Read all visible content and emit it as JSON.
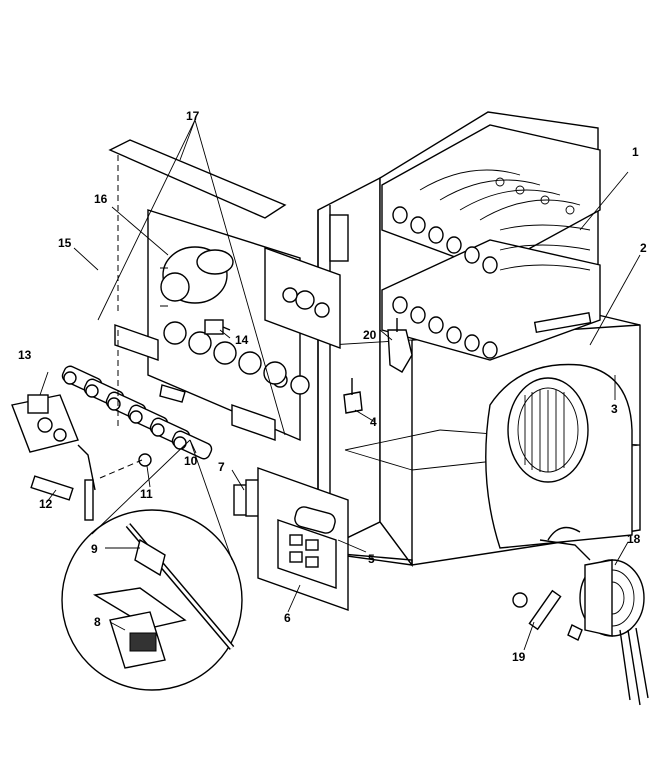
{
  "parts": [
    {
      "id": "p1",
      "label": "1"
    },
    {
      "id": "p2",
      "label": "2"
    },
    {
      "id": "p3",
      "label": "3"
    },
    {
      "id": "p4",
      "label": "4"
    },
    {
      "id": "p5",
      "label": "5"
    },
    {
      "id": "p6",
      "label": "6"
    },
    {
      "id": "p7",
      "label": "7"
    },
    {
      "id": "p8",
      "label": "8"
    },
    {
      "id": "p9",
      "label": "9"
    },
    {
      "id": "p10",
      "label": "10"
    },
    {
      "id": "p11",
      "label": "11"
    },
    {
      "id": "p12",
      "label": "12"
    },
    {
      "id": "p13",
      "label": "13"
    },
    {
      "id": "p14",
      "label": "14"
    },
    {
      "id": "p15",
      "label": "15"
    },
    {
      "id": "p16",
      "label": "16"
    },
    {
      "id": "p17",
      "label": "17"
    },
    {
      "id": "p18",
      "label": "18"
    },
    {
      "id": "p19",
      "label": "19"
    },
    {
      "id": "p20",
      "label": "20"
    }
  ]
}
